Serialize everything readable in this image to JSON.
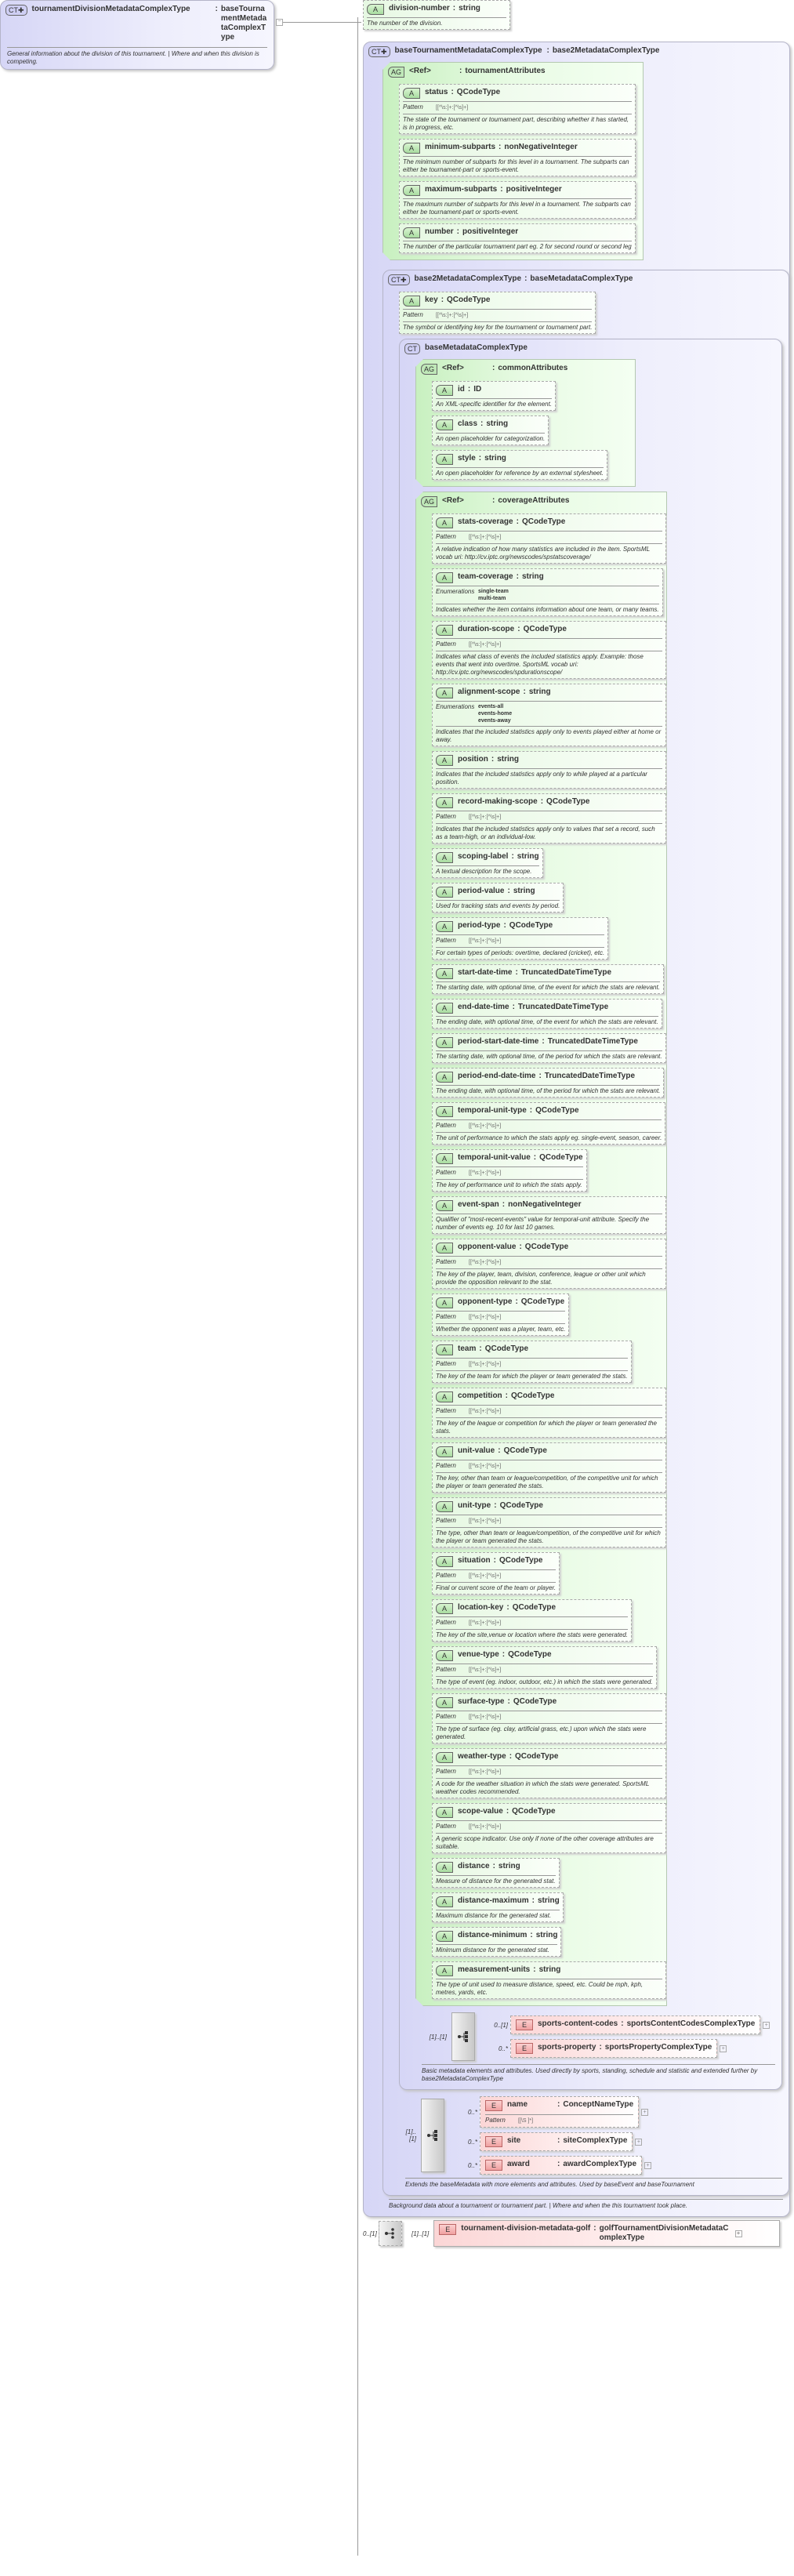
{
  "colors": {
    "complex_type": "#d6d6f6",
    "attribute_group": "#c8f0c0",
    "attribute": "#e6f8e2",
    "element": "#fbd6d6"
  },
  "labels": {
    "pattern": "Pattern",
    "enumerations": "Enumerations",
    "ref": "<Ref>",
    "sep": ":"
  },
  "root": {
    "badge": "CT",
    "name": "tournamentDivisionMetadataComplexType",
    "base": "baseTournamentMetadataComplexType",
    "doc": "General information about the division of this tournament. | Where and when this division is competing."
  },
  "division_number": {
    "badge": "A",
    "name": "division-number",
    "type": "string",
    "desc": "The number of the division."
  },
  "base_tournament": {
    "badge": "CT",
    "name": "baseTournamentMetadataComplexType",
    "base": "base2MetadataComplexType",
    "doc": "Background data about a tournament or tournament part. | Where and when the this tournament took place.",
    "group": {
      "badge": "AG",
      "name": "tournamentAttributes",
      "attributes": [
        {
          "name": "status",
          "type": "QCodeType",
          "pattern": "[[^\\s:]+:[^\\s]+]",
          "desc": "The state of the tournament or tournament part, describing whether it has started, is in progress, etc."
        },
        {
          "name": "minimum-subparts",
          "type": "nonNegativeInteger",
          "desc": "The minimum number of subparts for this level in a tournament. The subparts can either be tournament-part or sports-event."
        },
        {
          "name": "maximum-subparts",
          "type": "positiveInteger",
          "desc": "The maximum number of subparts for this level in a tournament. The subparts can either be tournament-part or sports-event."
        },
        {
          "name": "number",
          "type": "positiveInteger",
          "desc": "The number of the particular tournament part eg. 2 for second round or second leg"
        }
      ]
    },
    "base2": {
      "badge": "CT",
      "name": "base2MetadataComplexType",
      "base": "baseMetadataComplexType",
      "doc": "Extends the baseMetadata with more elements and attributes. Used by baseEvent and baseTournament",
      "attributes": [
        {
          "name": "key",
          "type": "QCodeType",
          "pattern": "[[^\\s:]+:[^\\s]+]",
          "desc": "The symbol or identifying key for the tournament or tournament part."
        }
      ],
      "base_metadata": {
        "badge": "CT",
        "name": "baseMetadataComplexType",
        "doc": "Basic metadata elements and attributes. Used directly by sports, standing, schedule and statistic and extended further by base2MetadataComplexType",
        "common": {
          "badge": "AG",
          "name": "commonAttributes",
          "attributes": [
            {
              "name": "id",
              "type": "ID",
              "desc": "An XML-specific identifier for the element."
            },
            {
              "name": "class",
              "type": "string",
              "desc": "An open placeholder for categorization."
            },
            {
              "name": "style",
              "type": "string",
              "desc": "An open placeholder for reference by an external stylesheet."
            }
          ]
        },
        "coverage": {
          "badge": "AG",
          "name": "coverageAttributes",
          "attributes": [
            {
              "name": "stats-coverage",
              "type": "QCodeType",
              "pattern": "[[^\\s:]+:[^\\s]+]",
              "desc": "A relative indication of how many statistics are included in the item. SportsML vocab uri: http://cv.iptc.org/newscodes/spstatscoverage/"
            },
            {
              "name": "team-coverage",
              "type": "string",
              "enumerations": [
                "single-team",
                "multi-team"
              ],
              "desc": "Indicates whether the item contains information about one team, or many teams."
            },
            {
              "name": "duration-scope",
              "type": "QCodeType",
              "pattern": "[[^\\s:]+:[^\\s]+]",
              "desc": "Indicates what class of events the included statistics apply. Example: those events that went into overtime. SportsML vocab uri: http://cv.iptc.org/newscodes/spdurationscope/"
            },
            {
              "name": "alignment-scope",
              "type": "string",
              "enumerations": [
                "events-all",
                "events-home",
                "events-away"
              ],
              "desc": "Indicates that the included statistics apply only to events played either at home or away."
            },
            {
              "name": "position",
              "type": "string",
              "desc": "Indicates that the included statistics apply only to while played at a particular position."
            },
            {
              "name": "record-making-scope",
              "type": "QCodeType",
              "pattern": "[[^\\s:]+:[^\\s]+]",
              "desc": "Indicates that the included statistics apply only to values that set a record, such as a team-high, or an individual-low."
            },
            {
              "name": "scoping-label",
              "type": "string",
              "desc": "A textual description for the scope."
            },
            {
              "name": "period-value",
              "type": "string",
              "desc": "Used for tracking stats and events by period."
            },
            {
              "name": "period-type",
              "type": "QCodeType",
              "pattern": "[[^\\s:]+:[^\\s]+]",
              "desc": "For certain types of periods: overtime, declared (cricket), etc."
            },
            {
              "name": "start-date-time",
              "type": "TruncatedDateTimeType",
              "desc": "The starting date, with optional time, of the event for which the stats are relevant."
            },
            {
              "name": "end-date-time",
              "type": "TruncatedDateTimeType",
              "desc": "The ending date, with optional time, of the event for which the stats are relevant."
            },
            {
              "name": "period-start-date-time",
              "type": "TruncatedDateTimeType",
              "desc": "The starting date, with optional time, of the period for which the stats are relevant."
            },
            {
              "name": "period-end-date-time",
              "type": "TruncatedDateTimeType",
              "desc": "The ending date, with optional time, of the period for which the stats are relevant."
            },
            {
              "name": "temporal-unit-type",
              "type": "QCodeType",
              "pattern": "[[^\\s:]+:[^\\s]+]",
              "desc": "The unit of performance to which the stats apply eg. single-event, season, career."
            },
            {
              "name": "temporal-unit-value",
              "type": "QCodeType",
              "pattern": "[[^\\s:]+:[^\\s]+]",
              "desc": "The key of performance unit to which the stats apply."
            },
            {
              "name": "event-span",
              "type": "nonNegativeInteger",
              "desc": "Qualifier of \"most-recent-events\" value for temporal-unit attribute. Specify the number of events eg. 10 for last 10 games."
            },
            {
              "name": "opponent-value",
              "type": "QCodeType",
              "pattern": "[[^\\s:]+:[^\\s]+]",
              "desc": "The key of the player, team, division, conference, league or other unit which provide the opposition relevant to the stat."
            },
            {
              "name": "opponent-type",
              "type": "QCodeType",
              "pattern": "[[^\\s:]+:[^\\s]+]",
              "desc": "Whether the opponent was a player, team, etc."
            },
            {
              "name": "team",
              "type": "QCodeType",
              "pattern": "[[^\\s:]+:[^\\s]+]",
              "desc": "The key of the team for which the player or team generated the stats."
            },
            {
              "name": "competition",
              "type": "QCodeType",
              "pattern": "[[^\\s:]+:[^\\s]+]",
              "desc": "The key of the league or competition for which the player or team generated the stats."
            },
            {
              "name": "unit-value",
              "type": "QCodeType",
              "pattern": "[[^\\s:]+:[^\\s]+]",
              "desc": "The key, other than team or league/competition, of the competitive unit for which the player or team generated the stats."
            },
            {
              "name": "unit-type",
              "type": "QCodeType",
              "pattern": "[[^\\s:]+:[^\\s]+]",
              "desc": "The type, other than team or league/competition, of the competitive unit for which the player or team generated the stats."
            },
            {
              "name": "situation",
              "type": "QCodeType",
              "pattern": "[[^\\s:]+:[^\\s]+]",
              "desc": "Final or current score of the team or player."
            },
            {
              "name": "location-key",
              "type": "QCodeType",
              "pattern": "[[^\\s:]+:[^\\s]+]",
              "desc": "The key of the site,venue or location where the stats were generated."
            },
            {
              "name": "venue-type",
              "type": "QCodeType",
              "pattern": "[[^\\s:]+:[^\\s]+]",
              "desc": "The type of event (eg. indoor, outdoor, etc.) in which the stats were generated."
            },
            {
              "name": "surface-type",
              "type": "QCodeType",
              "pattern": "[[^\\s:]+:[^\\s]+]",
              "desc": "The type of surface (eg. clay, artificial grass, etc.) upon which the stats were generated."
            },
            {
              "name": "weather-type",
              "type": "QCodeType",
              "pattern": "[[^\\s:]+:[^\\s]+]",
              "desc": "A code for the weather situation in which the stats were generated. SportsML weather codes recommended."
            },
            {
              "name": "scope-value",
              "type": "QCodeType",
              "pattern": "[[^\\s:]+:[^\\s]+]",
              "desc": "A generic scope indicator. Use only if none of the other coverage attributes are suitable."
            },
            {
              "name": "distance",
              "type": "string",
              "desc": "Measure of distance for the generated stat."
            },
            {
              "name": "distance-maximum",
              "type": "string",
              "desc": "Maximum distance for the generated stat."
            },
            {
              "name": "distance-minimum",
              "type": "string",
              "desc": "Minimum distance for the generated stat."
            },
            {
              "name": "measurement-units",
              "type": "string",
              "desc": "The type of unit used to measure distance, speed, etc. Could be mph, kph, metres, yards, etc."
            }
          ]
        },
        "sequence": {
          "cardinality": "[1]..[1]",
          "elements": [
            {
              "card": "0..[1]",
              "name": "sports-content-codes",
              "type": "sportsContentCodesComplexType"
            },
            {
              "card": "0..*",
              "name": "sports-property",
              "type": "sportsPropertyComplexType"
            }
          ]
        }
      },
      "sequence": {
        "cardinality": "[1]..[1]",
        "elements": [
          {
            "card": "0..*",
            "name": "name",
            "type": "ConceptNameType",
            "pattern": "[[\\S ]*]"
          },
          {
            "card": "0..*",
            "name": "site",
            "type": "siteComplexType"
          },
          {
            "card": "0..*",
            "name": "award",
            "type": "awardComplexType"
          }
        ]
      }
    }
  },
  "golf": {
    "outer_card": "0..[1]",
    "cardinality": "[1]..[1]",
    "badge": "E",
    "name": "tournament-division-metadata-golf",
    "type": "golfTournamentDivisionMetadataComplexType"
  }
}
